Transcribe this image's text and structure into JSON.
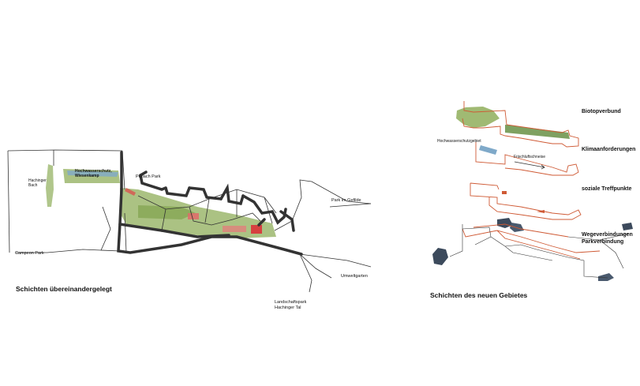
{
  "left_diagram": {
    "title": "Schichten übereinandergelegt",
    "labels": {
      "hachinger_bach_1": "Hachinger",
      "hachinger_bach_2": "Bach",
      "hochwasser_1": "Hochwasserschutz,",
      "hochwasser_2": "Wiesenkamp",
      "perlach_park": "Perlach Park",
      "park_im_gefilde": "Park im Gefilde",
      "campeon_park": "Campeon Park",
      "umweltgarten": "Umweltgarten",
      "landschaftspark_1": "Landschaftspark",
      "landschaftspark_2": "Hachinger Tal"
    }
  },
  "right_diagram": {
    "title": "Schichten des neuen Gebietes",
    "layers": {
      "biotopverbund": "Biotopverbund",
      "klima": "Klimaanforderungen",
      "treffpunkte": "soziale Treffpunkte",
      "wege_1": "Wegeverbindungen",
      "wege_2": "Parkverbindung"
    },
    "labels": {
      "hochwasser": "Hochwasserschutzgebiet",
      "frischluft": "Frischluftschneise"
    }
  },
  "colors": {
    "green": "#8fae5a",
    "dark_green": "#5f8a3a",
    "red": "#d9534f",
    "orange_red": "#cf5a35",
    "road": "#333333",
    "water": "#7fa9c9"
  }
}
